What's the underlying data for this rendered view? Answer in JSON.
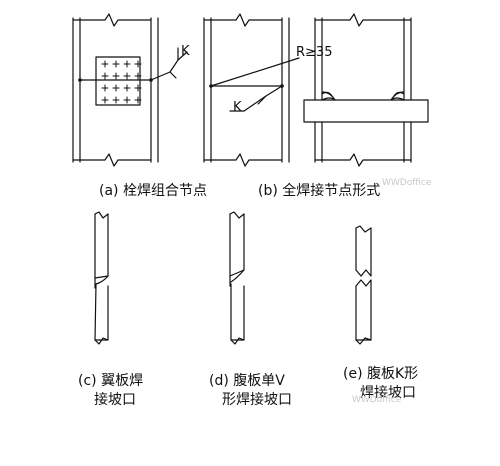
{
  "captions": {
    "a": "(a) 栓焊组合节点",
    "b": "(b) 全焊接节点形式",
    "c_line1": "(c) 翼板焊",
    "c_line2": "接坡口",
    "d_line1": "(d) 腹板单V",
    "d_line2": "形焊接坡口",
    "e_line1": "(e) 腹板K形",
    "e_line2": "焊接坡口"
  },
  "symbols": {
    "k_a": "K",
    "k_b": "K",
    "radius": "R≥35"
  },
  "watermarks": {
    "top": "WWDoffice",
    "bottom": "WWDoffice"
  },
  "colors": {
    "line": "#111111",
    "background": "#ffffff",
    "watermark": "#c8c8c8"
  }
}
